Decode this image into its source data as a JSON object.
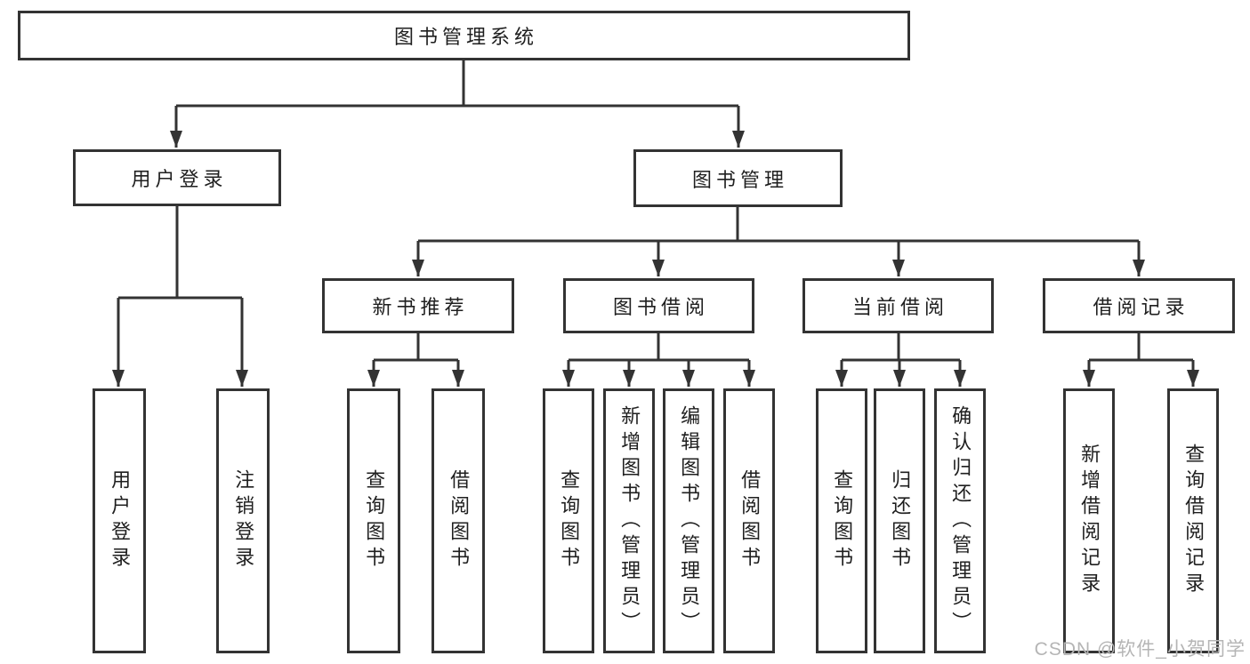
{
  "diagram": {
    "root": {
      "label": "图书管理系统"
    },
    "user_login": {
      "label": "用户登录",
      "children": {
        "login": {
          "label": "用户登录"
        },
        "logout": {
          "label": "注销登录"
        }
      }
    },
    "book_mgmt": {
      "label": "图书管理",
      "children": {
        "new_book_rec": {
          "label": "新书推荐",
          "children": {
            "query": {
              "label": "查询图书"
            },
            "borrow": {
              "label": "借阅图书"
            }
          }
        },
        "book_borrow": {
          "label": "图书借阅",
          "children": {
            "query": {
              "label": "查询图书"
            },
            "add": {
              "label": "新增图书（管理员）"
            },
            "edit": {
              "label": "编辑图书（管理员）"
            },
            "borrow": {
              "label": "借阅图书"
            }
          }
        },
        "current_borrow": {
          "label": "当前借阅",
          "children": {
            "query": {
              "label": "查询图书"
            },
            "return": {
              "label": "归还图书"
            },
            "confirm": {
              "label": "确认归还（管理员）"
            }
          }
        },
        "borrow_record": {
          "label": "借阅记录",
          "children": {
            "add": {
              "label": "新增借阅记录"
            },
            "query": {
              "label": "查询借阅记录"
            }
          }
        }
      }
    }
  },
  "watermark": {
    "text": "CSDN @软件_小贺同学",
    "color": "#b5b5b5"
  },
  "colors": {
    "line": "#333333",
    "box_border": "#333333",
    "text": "#1f1f1f",
    "background": "#ffffff"
  }
}
